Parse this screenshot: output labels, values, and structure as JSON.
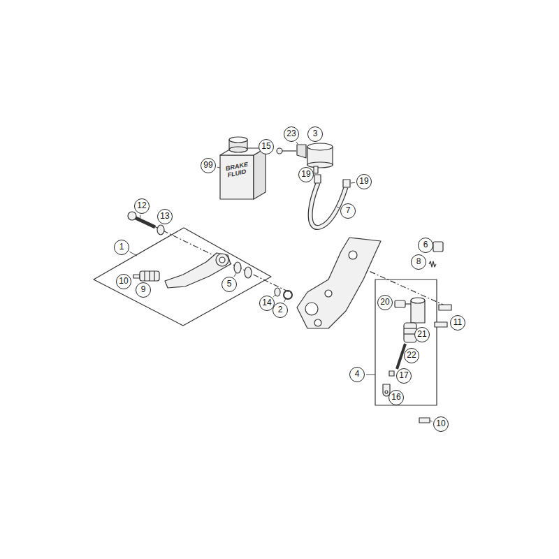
{
  "diagram": {
    "labels": [
      "23",
      "3",
      "15",
      "99",
      "BRAKE FLUID",
      "19",
      "19",
      "12",
      "13",
      "7",
      "1",
      "6",
      "8",
      "10",
      "9",
      "5",
      "20",
      "14",
      "2",
      "11",
      "21",
      "22",
      "4",
      "17",
      "16",
      "10"
    ]
  }
}
